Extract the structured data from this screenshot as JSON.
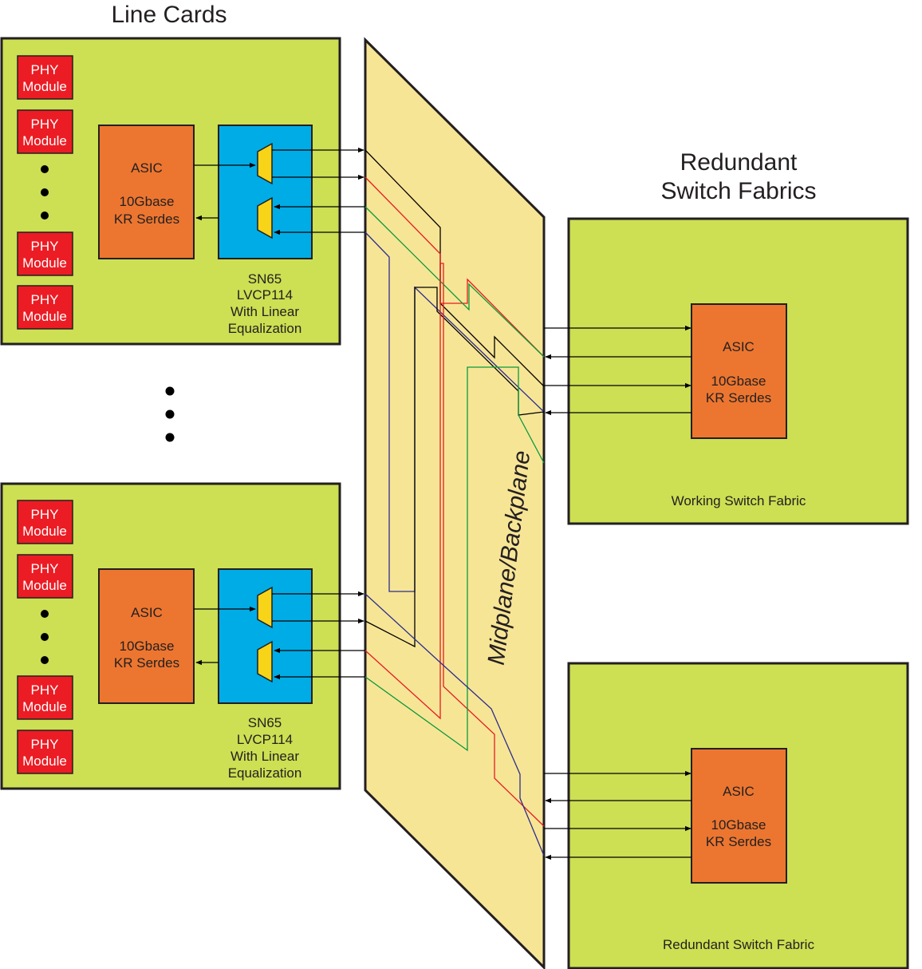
{
  "titles": {
    "line_cards": "Line Cards",
    "redundant_line1": "Redundant",
    "redundant_line2": "Switch Fabrics",
    "midplane": "Midplane/Backplane"
  },
  "line_card": {
    "phy_line1": "PHY",
    "phy_line2": "Module",
    "asic_title": "ASIC",
    "serdes_top": {
      "line1": "10Gbase",
      "line2": "KR Serdes"
    },
    "serdes_bottom": {
      "line1": "10Gbase",
      "line2": "KR Serdes"
    },
    "chip_lines": [
      "SN65",
      "LVCP114",
      "With Linear",
      "Equalization"
    ]
  },
  "switch_fabric": {
    "asic_title": "ASIC",
    "serdes_line1": "10Gbase",
    "serdes_line2": "KR Serdes",
    "working_label": "Working Switch Fabric",
    "redundant_label": "Redundant Switch Fabric"
  },
  "colors": {
    "card_green": "#cddf53",
    "asic_orange": "#ec7630",
    "phy_red": "#ec1c24",
    "chip_blue": "#00ace6",
    "mux_yellow": "#f7d417",
    "midplane_fill": "#f7e596",
    "trace_black": "#000000",
    "trace_red": "#e51b23",
    "trace_green": "#0a9a3a",
    "trace_blue": "#2b2d8c"
  }
}
